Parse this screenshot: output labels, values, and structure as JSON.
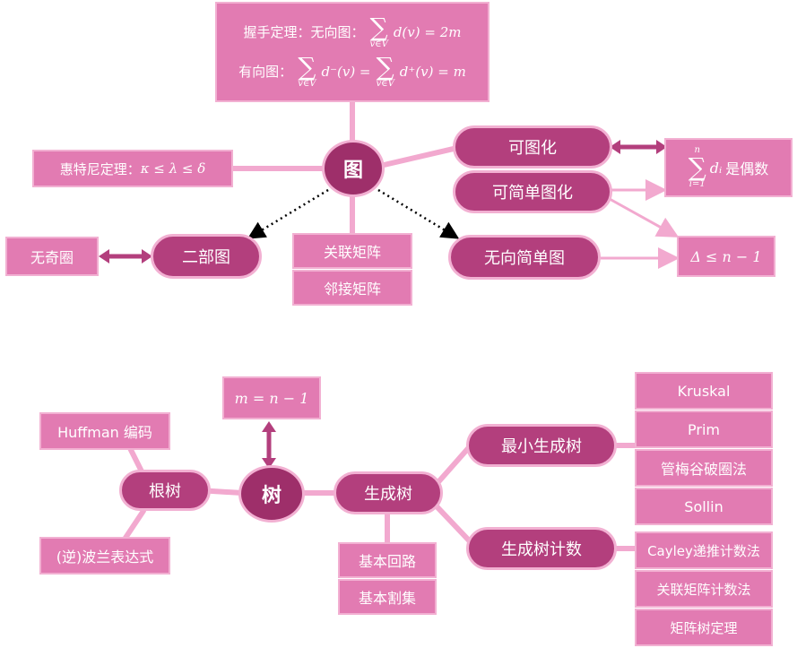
{
  "colors": {
    "box": "#e27bb2",
    "pill": "#b33f7d",
    "hub": "#9e2f6a",
    "edge": "#f2a9cf",
    "arrow": "#b33f7d"
  },
  "graph": {
    "hub": "图",
    "handshake": {
      "label1": "握手定理：无向图：",
      "sum_sub": "v∈V",
      "term1": "d(v) = 2m",
      "label2": "有向图：",
      "term2": "d⁻(v) =",
      "term3": "d⁺(v) = m"
    },
    "whitney": {
      "label": "惠特尼定理：",
      "formula": "κ ≤ λ ≤ δ"
    },
    "graphical": "可图化",
    "simple_graphical": "可简单图化",
    "degree_sum": {
      "sup": "n",
      "sub": "i=1",
      "term": "dᵢ",
      "text": "是偶数"
    },
    "max_degree": "Δ ≤ n − 1",
    "bipartite": "二部图",
    "odd_cycle": "无奇圈",
    "incidence": "关联矩阵",
    "adjacency": "邻接矩阵",
    "simple_undirected": "无向简单图"
  },
  "tree": {
    "hub": "树",
    "edges_formula": "m = n − 1",
    "rooted": "根树",
    "huffman": "Huffman 编码",
    "polish": "(逆)波兰表达式",
    "spanning": "生成树",
    "fundamental_cycle": "基本回路",
    "fundamental_cut": "基本割集",
    "mst": "最小生成树",
    "mst_algos": [
      "Kruskal",
      "Prim",
      "管梅谷破圈法",
      "Sollin"
    ],
    "count": "生成树计数",
    "count_methods": [
      "Cayley递推计数法",
      "关联矩阵计数法",
      "矩阵树定理"
    ]
  }
}
